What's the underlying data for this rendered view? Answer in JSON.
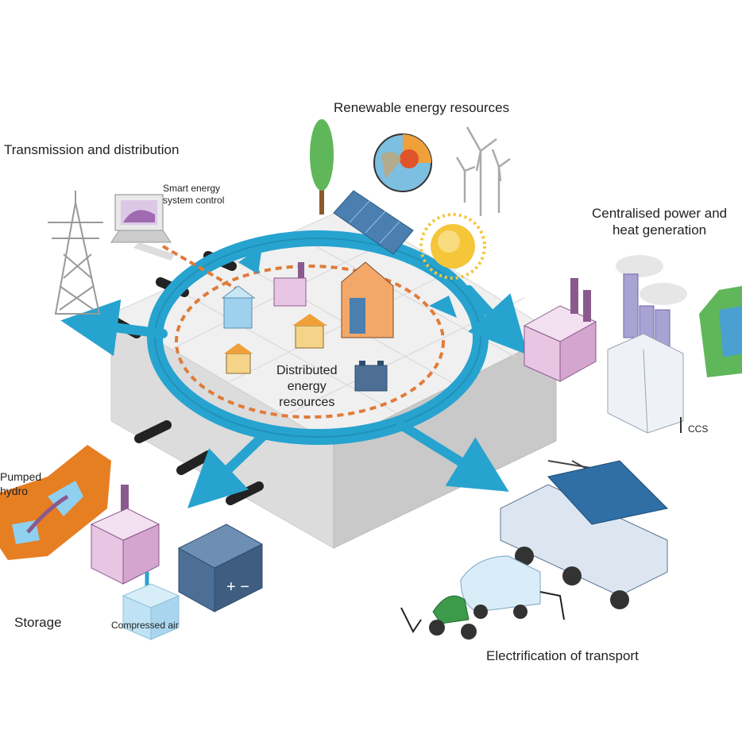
{
  "labels": {
    "renewable": "Renewable energy resources",
    "transmission": "Transmission and distribution",
    "smart_control": [
      "Smart energy",
      "system control"
    ],
    "centralised": [
      "Centralised power and",
      "heat generation"
    ],
    "distributed": [
      "Distributed",
      "energy",
      "resources"
    ],
    "ccs": "CCS",
    "pumped_hydro": [
      "Pumped",
      "hydro"
    ],
    "storage": "Storage",
    "compressed_air": "Compressed air",
    "transport": "Electrification of transport"
  },
  "colors": {
    "ring": "#27a3cf",
    "ring_dark": "#1b7fa3",
    "dashed": "#e07b39",
    "pink": "#e8c6e3",
    "purple_dark": "#8a5a8f",
    "battery": "#4d6f96",
    "sun": "#f5c53a",
    "hydro_orange": "#e67e22",
    "water": "#8fd0ef",
    "tree": "#5fb75a",
    "scooter": "#3c9a4a"
  },
  "icons": [
    "transmission-tower-icon",
    "computer-monitor-icon",
    "tree-icon",
    "solar-panel-icon",
    "geothermal-globe-icon",
    "wind-turbine-icon",
    "sun-icon",
    "factory-icon",
    "power-plant-icon",
    "hydro-dam-icon",
    "battery-icon",
    "house-icon",
    "pumped-hydro-icon",
    "compressed-air-tank-icon",
    "truck-icon",
    "car-icon",
    "scooter-icon"
  ]
}
